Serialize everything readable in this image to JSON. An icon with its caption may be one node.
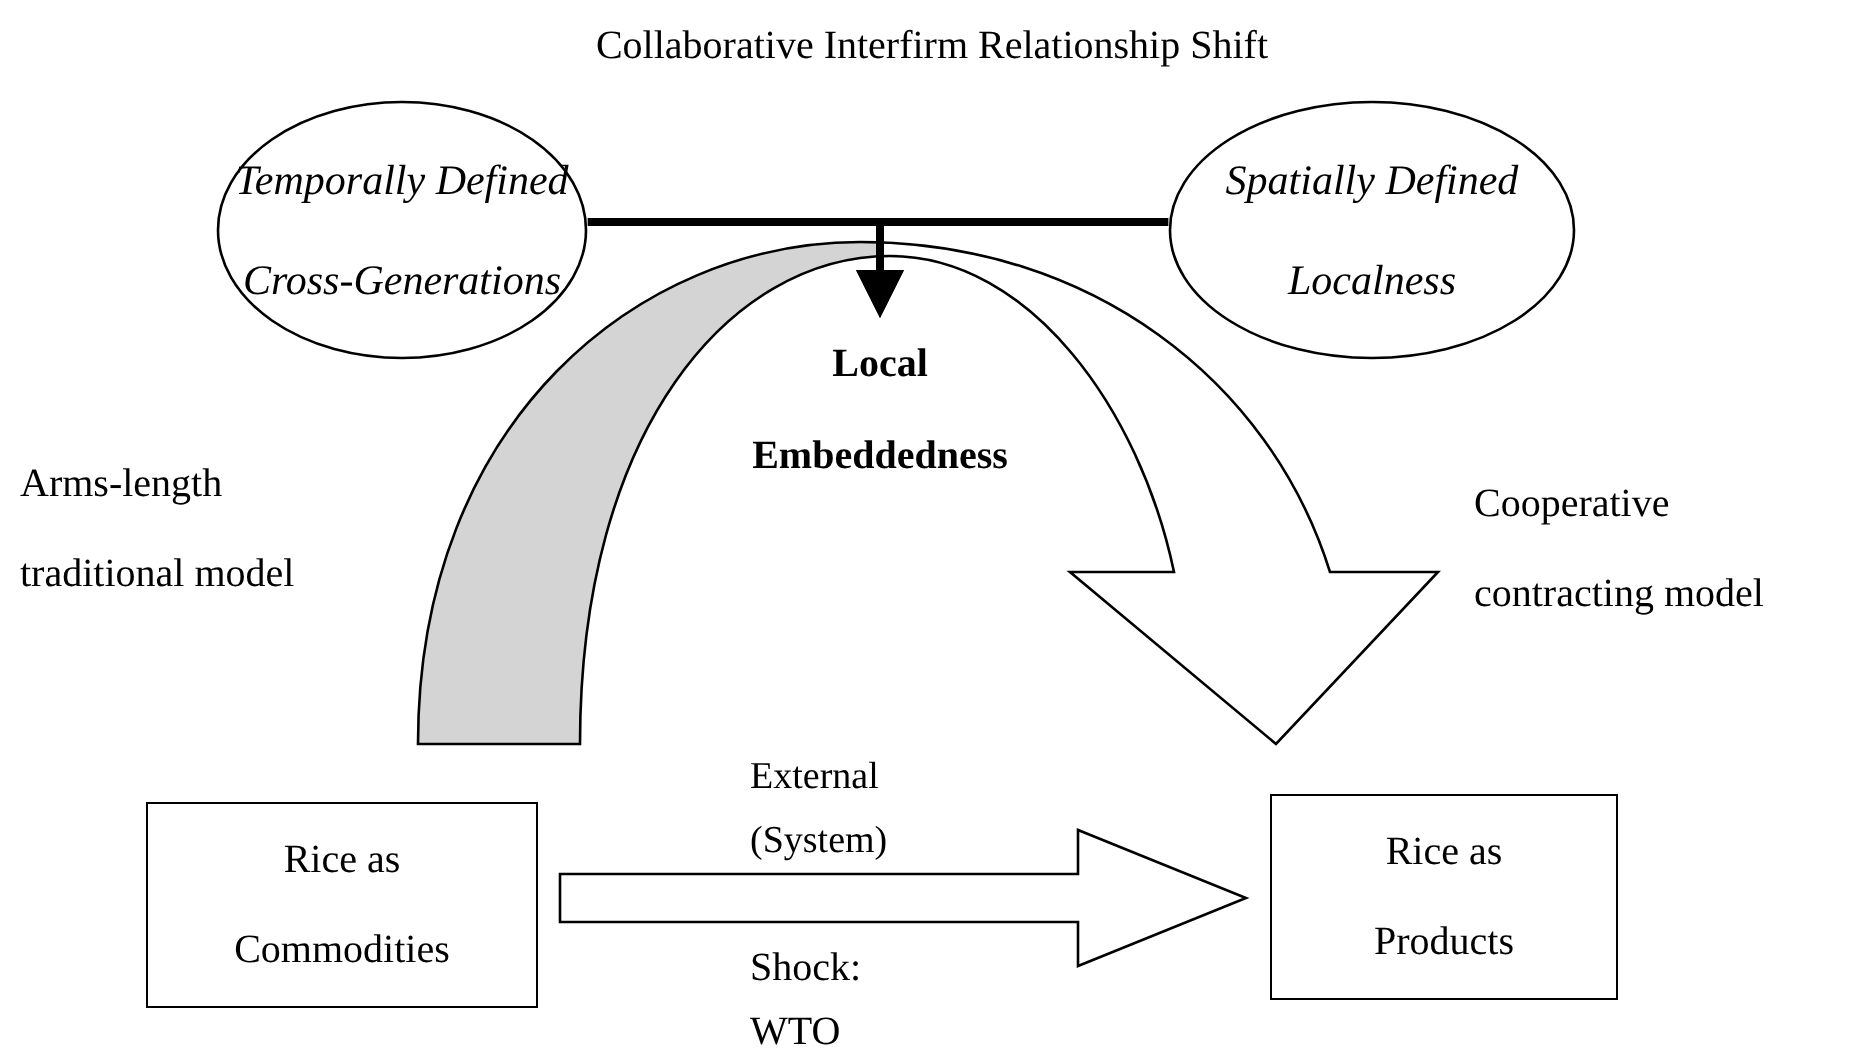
{
  "diagram": {
    "title": "Collaborative Interfirm Relationship Shift",
    "nodes": [
      {
        "text": [
          "Temporally Defined Cross-Generations"
        ]
      },
      {
        "text": [
          "Spatially Defined Localness"
        ]
      },
      {
        "text": [
          "Local Embeddedness"
        ]
      },
      {
        "text": [
          "Arms-length traditional model"
        ]
      },
      {
        "text": [
          "Cooperative contracting model"
        ]
      },
      {
        "text": [
          "Rice as Commodities"
        ]
      },
      {
        "text": [
          "Rice as Products"
        ]
      }
    ],
    "edges": [
      {
        "from": 0,
        "to": 2,
        "arrow": "to"
      },
      {
        "from": 1,
        "to": 2,
        "arrow": "to"
      },
      {
        "from": 5,
        "to": 6,
        "arrow": "to",
        "label": "External (System)"
      }
    ],
    "labels": [
      "Shock: WTO"
    ]
  }
}
